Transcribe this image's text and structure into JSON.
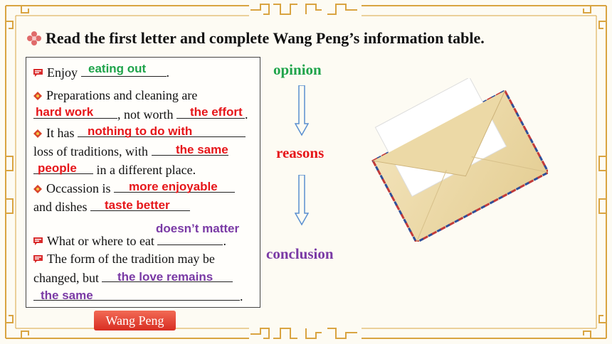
{
  "title": "Read the first letter and complete Wang Peng’s information table.",
  "rows": {
    "opinion": {
      "prefix": "Enjoy ",
      "suffix": ".",
      "answer": "eating out"
    },
    "reasons": {
      "l1": "Preparations and cleaning are",
      "l2_mid": ", not worth ",
      "l2_end": ".",
      "a_hard_work": "hard work",
      "a_effort": "the effort",
      "l3": "It has ",
      "a_nothing": "nothing to do with",
      "l4": "loss of traditions, with ",
      "a_same": "the same",
      "l5": " in a different place.",
      "a_people": "people",
      "l6": "Occassion is ",
      "a_enjoyable": "more enjoyable",
      "l7": "and dishes ",
      "a_taste": "taste better"
    },
    "conclusion": {
      "a_doesnt": "doesn’t matter",
      "l1": "What or where to eat ",
      "l1_end": ".",
      "l2": "The form of the tradition may be",
      "l3": "changed, but ",
      "a_love": "the love remains",
      "a_same": "the same",
      "l4_end": "."
    }
  },
  "side_labels": {
    "opinion": "opinion",
    "reasons": "reasons",
    "conclusion": "conclusion"
  },
  "name_tag": "Wang Peng",
  "colors": {
    "answer_green": "#1fa44b",
    "answer_red": "#e6161a",
    "answer_purple": "#7a3aa5",
    "frame": "#d9a441",
    "name_tag": "#e0453a"
  }
}
